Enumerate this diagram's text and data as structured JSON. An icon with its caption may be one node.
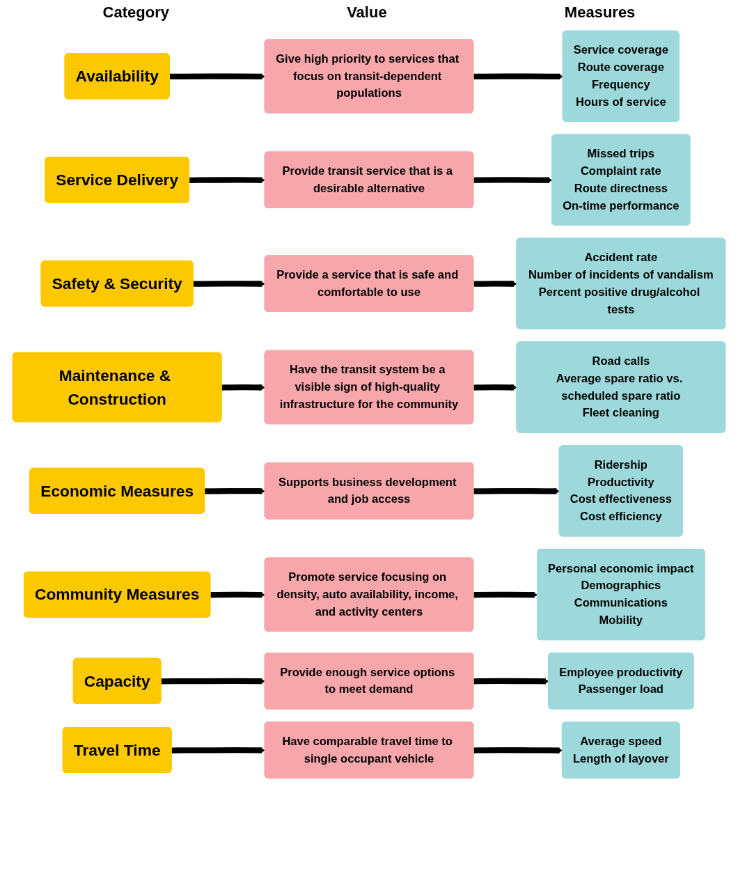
{
  "diagram": {
    "nodes": [
      {
        "text": [
          "Availability"
        ]
      },
      {
        "text": [
          "Give high priority to services that focus on transit-dependent populations"
        ]
      },
      {
        "text": [
          "Service coverage",
          "Route coverage",
          "Frequency",
          "Hours of service"
        ]
      },
      {
        "text": [
          "Service Delivery"
        ]
      },
      {
        "text": [
          "Provide transit service that is a desirable alternative"
        ]
      },
      {
        "text": [
          "Missed trips",
          "Complaint rate",
          "Route directness",
          "On-time performance"
        ]
      },
      {
        "text": [
          "Safety & Security"
        ]
      },
      {
        "text": [
          "Provide a service that is safe and comfortable to use"
        ]
      },
      {
        "text": [
          "Accident rate",
          "Number of incidents of vandalism",
          "Percent positive drug/alcohol tests"
        ]
      },
      {
        "text": [
          "Maintenance & Construction"
        ]
      },
      {
        "text": [
          "Have the transit system be a visible sign of high-quality infrastructure for the community"
        ]
      },
      {
        "text": [
          "Road calls",
          "Average spare ratio vs. scheduled spare ratio",
          "Fleet cleaning"
        ]
      },
      {
        "text": [
          "Economic Measures"
        ]
      },
      {
        "text": [
          "Supports business development and job access"
        ]
      },
      {
        "text": [
          "Ridership",
          "Productivity",
          "Cost effectiveness",
          "Cost efficiency"
        ]
      },
      {
        "text": [
          "Community Measures"
        ]
      },
      {
        "text": [
          "Promote service focusing on density, auto availability, income, and activity centers"
        ]
      },
      {
        "text": [
          "Personal economic impact",
          "Demographics",
          "Communications",
          "Mobility"
        ]
      },
      {
        "text": [
          "Capacity"
        ]
      },
      {
        "text": [
          "Provide enough service options to meet demand"
        ]
      },
      {
        "text": [
          "Employee productivity",
          "Passenger load"
        ]
      },
      {
        "text": [
          "Travel Time"
        ]
      },
      {
        "text": [
          "Have comparable travel time to single occupant vehicle"
        ]
      },
      {
        "text": [
          "Average speed",
          "Length of layover"
        ]
      }
    ],
    "edges": [
      {
        "from": 0,
        "to": 1,
        "arrow": "to"
      },
      {
        "from": 1,
        "to": 2,
        "arrow": "to"
      },
      {
        "from": 3,
        "to": 4,
        "arrow": "to"
      },
      {
        "from": 4,
        "to": 5,
        "arrow": "to"
      },
      {
        "from": 6,
        "to": 7,
        "arrow": "to"
      },
      {
        "from": 7,
        "to": 8,
        "arrow": "to"
      },
      {
        "from": 9,
        "to": 10,
        "arrow": "to"
      },
      {
        "from": 10,
        "to": 11,
        "arrow": "to"
      },
      {
        "from": 12,
        "to": 13,
        "arrow": "to"
      },
      {
        "from": 13,
        "to": 14,
        "arrow": "to"
      },
      {
        "from": 15,
        "to": 16,
        "arrow": "to"
      },
      {
        "from": 16,
        "to": 17,
        "arrow": "to"
      },
      {
        "from": 18,
        "to": 19,
        "arrow": "to"
      },
      {
        "from": 19,
        "to": 20,
        "arrow": "to"
      },
      {
        "from": 21,
        "to": 22,
        "arrow": "to"
      },
      {
        "from": 22,
        "to": 23,
        "arrow": "to"
      }
    ],
    "labels": [
      "Category",
      "Value",
      "Measures"
    ]
  }
}
